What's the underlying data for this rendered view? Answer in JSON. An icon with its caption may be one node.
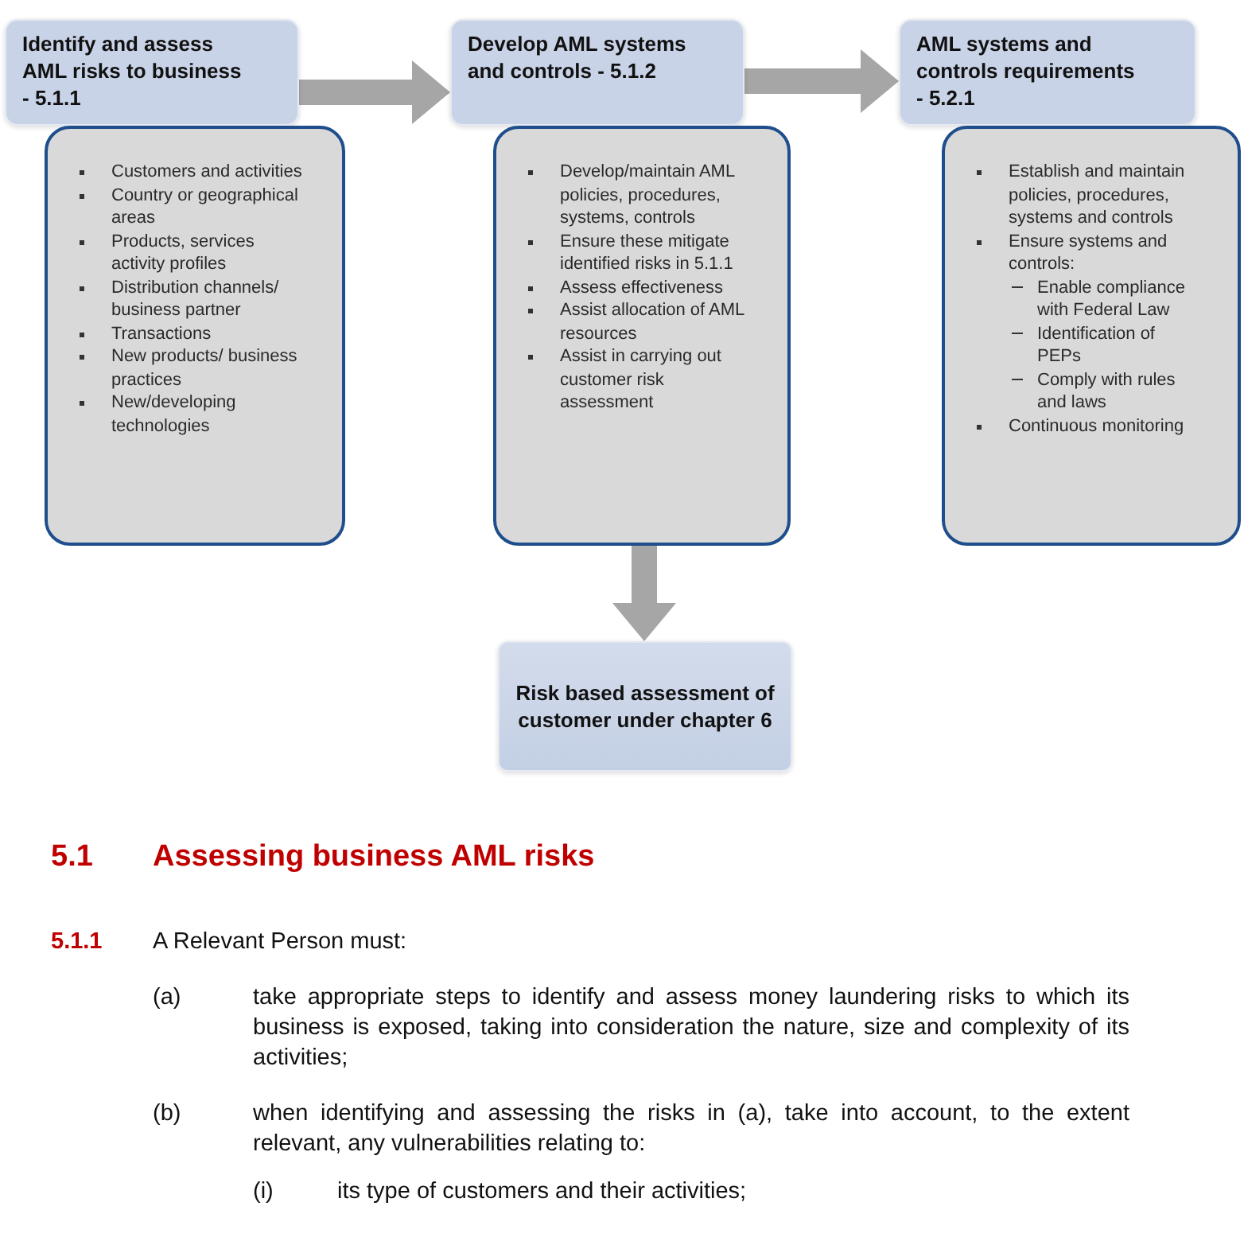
{
  "diagram": {
    "nodes": [
      {
        "text": [
          "Identify and assess AML risks to business - 5.1.1"
        ]
      },
      {
        "text": [
          "Customers and activities",
          "Country or geographical areas",
          "Products, services activity profiles",
          "Distribution channels/ business partner",
          "Transactions",
          "New products/ business practices",
          "New/developing technologies"
        ]
      },
      {
        "text": [
          "Develop AML systems and controls - 5.1.2"
        ]
      },
      {
        "text": [
          "Develop/maintain AML policies, procedures, systems, controls",
          "Ensure these mitigate identified risks in 5.1.1",
          "Assess effectiveness",
          "Assist allocation of AML resources",
          "Assist in carrying out customer risk assessment"
        ]
      },
      {
        "text": [
          "AML systems and controls requirements - 5.2.1"
        ]
      },
      {
        "text": [
          "Establish and maintain policies, procedures, systems and controls",
          "Ensure systems and controls:",
          "Enable compliance with Federal Law",
          "Identification of PEPs",
          "Comply with rules and laws",
          "Continuous monitoring"
        ]
      },
      {
        "text": [
          "Risk based assessment of customer under chapter 6"
        ]
      }
    ],
    "edges": [
      {
        "from": 0,
        "to": 2,
        "arrow": "to"
      },
      {
        "from": 2,
        "to": 4,
        "arrow": "to"
      },
      {
        "from": 3,
        "to": 6,
        "arrow": "to"
      }
    ],
    "labels": [
      "5.1",
      "Assessing business AML risks",
      "5.1.1",
      "A Relevant Person must:",
      "(a)",
      "take appropriate steps to identify and assess money laundering risks to which its business is exposed, taking into consideration the nature, size and complexity of its activities;",
      "(b)",
      "when identifying and assessing the risks in (a), take into account, to the extent relevant, any vulnerabilities relating to:",
      "(i)",
      "its type of customers and their activities;"
    ]
  }
}
